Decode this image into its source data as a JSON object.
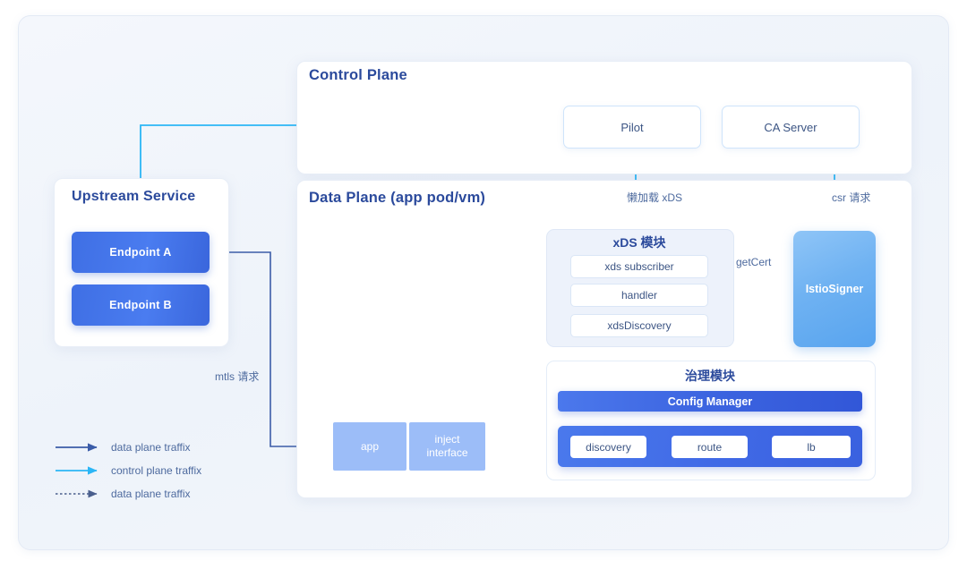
{
  "diagram": {
    "title": "Istio data plane / control plane architecture",
    "colors": {
      "canvas_bg": "#f1f5fb",
      "deep_blue": "#3f6fe4",
      "light_blue": "#9cbdf8",
      "cyan_arrow": "#2bb6f6",
      "navy_arrow": "#3b5ca8",
      "dotted_arrow": "#4a5f8d",
      "title_text": "#2b4a9c",
      "body_text": "#3c5584"
    }
  },
  "control_plane": {
    "title": "Control Plane",
    "nodes": [
      {
        "id": "pilot",
        "label": "Pilot"
      },
      {
        "id": "ca-server",
        "label": "CA Server"
      }
    ]
  },
  "data_plane": {
    "title": "Data Plane  (app pod/vm)",
    "xds_module": {
      "title": "xDS 模块",
      "items": [
        {
          "id": "xds-subscriber",
          "label": "xds subscriber"
        },
        {
          "id": "handler",
          "label": "handler"
        },
        {
          "id": "xds-discovery",
          "label": "xdsDiscovery"
        }
      ]
    },
    "istio_signer": {
      "label": "IstioSigner"
    },
    "governance_module": {
      "title": "治理模块",
      "config_manager": "Config Manager",
      "pipeline": [
        {
          "id": "discovery",
          "label": "discovery"
        },
        {
          "id": "route",
          "label": "route"
        },
        {
          "id": "lb",
          "label": "lb"
        }
      ]
    },
    "app": {
      "label": "app"
    },
    "inject_interface": {
      "label": "inject\ninterface",
      "line1": "inject",
      "line2": "interface"
    }
  },
  "upstream_service": {
    "title": "Upstream Service",
    "endpoints": [
      {
        "id": "endpoint-a",
        "label": "Endpoint A"
      },
      {
        "id": "endpoint-b",
        "label": "Endpoint B"
      }
    ]
  },
  "edge_labels": {
    "lazy_xds": "懒加载 xDS",
    "csr_request": "csr 请求",
    "get_cert": "getCert",
    "mtls_request": "mtls 请求"
  },
  "legend": {
    "items": [
      {
        "id": "legend-data-plane-solid",
        "label": "data plane traffix",
        "style": "solid",
        "color": "#3b5ca8"
      },
      {
        "id": "legend-control-plane",
        "label": "control plane traffix",
        "style": "solid",
        "color": "#2bb6f6"
      },
      {
        "id": "legend-data-plane-dotted",
        "label": "data plane traffix",
        "style": "dotted",
        "color": "#4a5f8d"
      }
    ]
  }
}
